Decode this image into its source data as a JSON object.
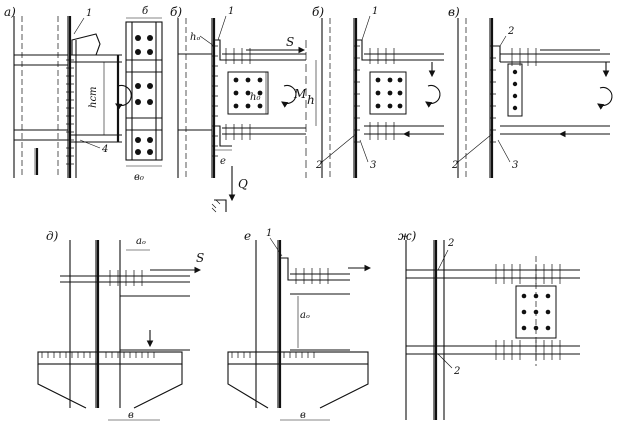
{
  "labels": {
    "a": "а)",
    "b1": "б)",
    "b2": "б)",
    "v": "в)",
    "d": "д)",
    "e": "e",
    "zh": "ж)",
    "n1": "1",
    "n2": "2",
    "n3": "3",
    "n4": "4",
    "b_dim": "б",
    "hst": "hст",
    "ho": "hₒ",
    "bo": "в₀",
    "h": "h",
    "hp": "h₀",
    "M": "M",
    "S": "S",
    "Q": "Q",
    "ao": "aₒ",
    "v_dim": "в"
  }
}
